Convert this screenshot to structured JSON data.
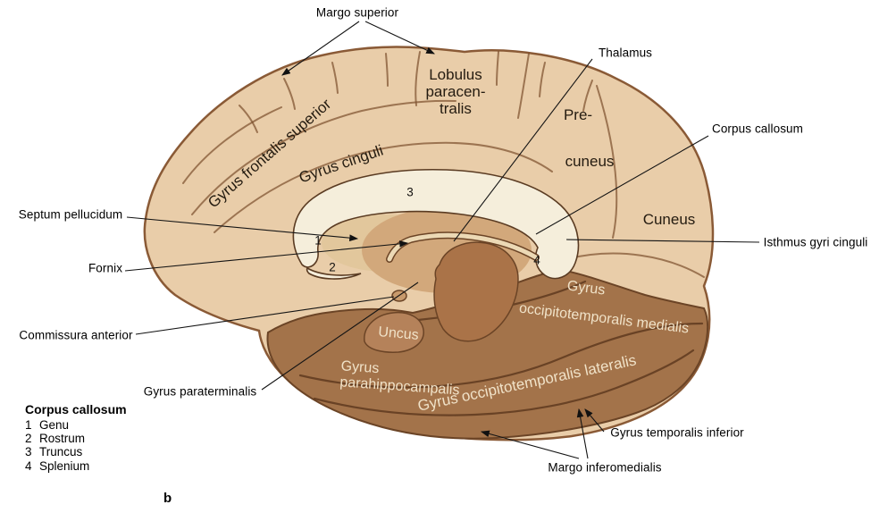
{
  "panel": {
    "letter": "b"
  },
  "annotations": {
    "margo_superior": "Margo superior",
    "thalamus": "Thalamus",
    "corpus_callosum": "Corpus callosum",
    "septum_pellucidum": "Septum pellucidum",
    "fornix": "Fornix",
    "isthmus_gyri_cinguli": "Isthmus gyri cinguli",
    "commissura_anterior": "Commissura anterior",
    "gyrus_paraterminalis": "Gyrus paraterminalis",
    "gyrus_temporalis_inferior": "Gyrus temporalis inferior",
    "margo_inferomedialis": "Margo inferomedialis"
  },
  "brain_labels": {
    "gyrus_frontalis_superior": "Gyrus frontalis superior",
    "lobulus_paracentralis": "Lobulus\nparacen-\ntralis",
    "gyrus_cinguli": "Gyrus cinguli",
    "precuneus_top": "Pre-",
    "precuneus_bottom": "cuneus",
    "cuneus": "Cuneus",
    "gyrus_ot_medialis_word": "Gyrus",
    "gyrus_ot_medialis_rest": "occipitotemporalis medialis",
    "uncus": "Uncus",
    "gyrus_parahippocampalis": "Gyrus\nparahippocampalis",
    "gyrus_ot_lateralis": "Gyrus occipitotemporalis lateralis"
  },
  "structure_numbers": {
    "genu": "1",
    "rostrum": "2",
    "truncus": "3",
    "splenium": "4"
  },
  "legend": {
    "title": "Corpus callosum",
    "items": [
      {
        "number": "1",
        "name": "Genu"
      },
      {
        "number": "2",
        "name": "Rostrum"
      },
      {
        "number": "3",
        "name": "Truncus"
      },
      {
        "number": "4",
        "name": "Splenium"
      }
    ]
  },
  "colors": {
    "cortex": "#e9cda9",
    "cortex_outline": "#8a5a36",
    "corpus_callosum": "#f5eedb",
    "thalamus_region": "#d2a87b",
    "midbrain": "#aa7348",
    "inferior_gyri": "#a3734a",
    "sulci": "#7a4e2c",
    "leader_line": "#141414"
  }
}
